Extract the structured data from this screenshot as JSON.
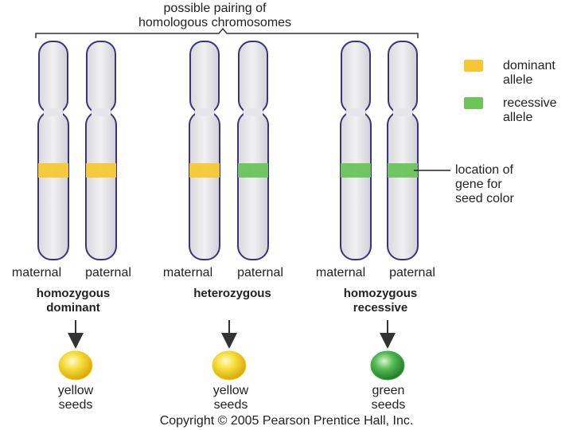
{
  "title_line1": "possible pairing of",
  "title_line2": "homologous chromosomes",
  "legend": {
    "dominant": {
      "line1": "dominant",
      "line2": "allele",
      "color": "#f5c833"
    },
    "recessive": {
      "line1": "recessive",
      "line2": "allele",
      "color": "#6cc45a"
    }
  },
  "gene_location": {
    "line1": "location of",
    "line2": "gene for",
    "line3": "seed color"
  },
  "pairs": [
    {
      "maternal": "maternal",
      "paternal": "paternal",
      "type_line1": "homozygous",
      "type_line2": "dominant",
      "alleles": [
        "dominant",
        "dominant"
      ],
      "seed_line1": "yellow",
      "seed_line2": "seeds",
      "seed_color": "#f2d21e"
    },
    {
      "maternal": "maternal",
      "paternal": "paternal",
      "type_line1": "heterozygous",
      "type_line2": "",
      "alleles": [
        "dominant",
        "recessive"
      ],
      "seed_line1": "yellow",
      "seed_line2": "seeds",
      "seed_color": "#f2d21e"
    },
    {
      "maternal": "maternal",
      "paternal": "paternal",
      "type_line1": "homozygous",
      "type_line2": "recessive",
      "alleles": [
        "recessive",
        "recessive"
      ],
      "seed_line1": "green",
      "seed_line2": "seeds",
      "seed_color": "#3eae46"
    }
  ],
  "copyright": "Copyright © 2005 Pearson Prentice Hall, Inc."
}
